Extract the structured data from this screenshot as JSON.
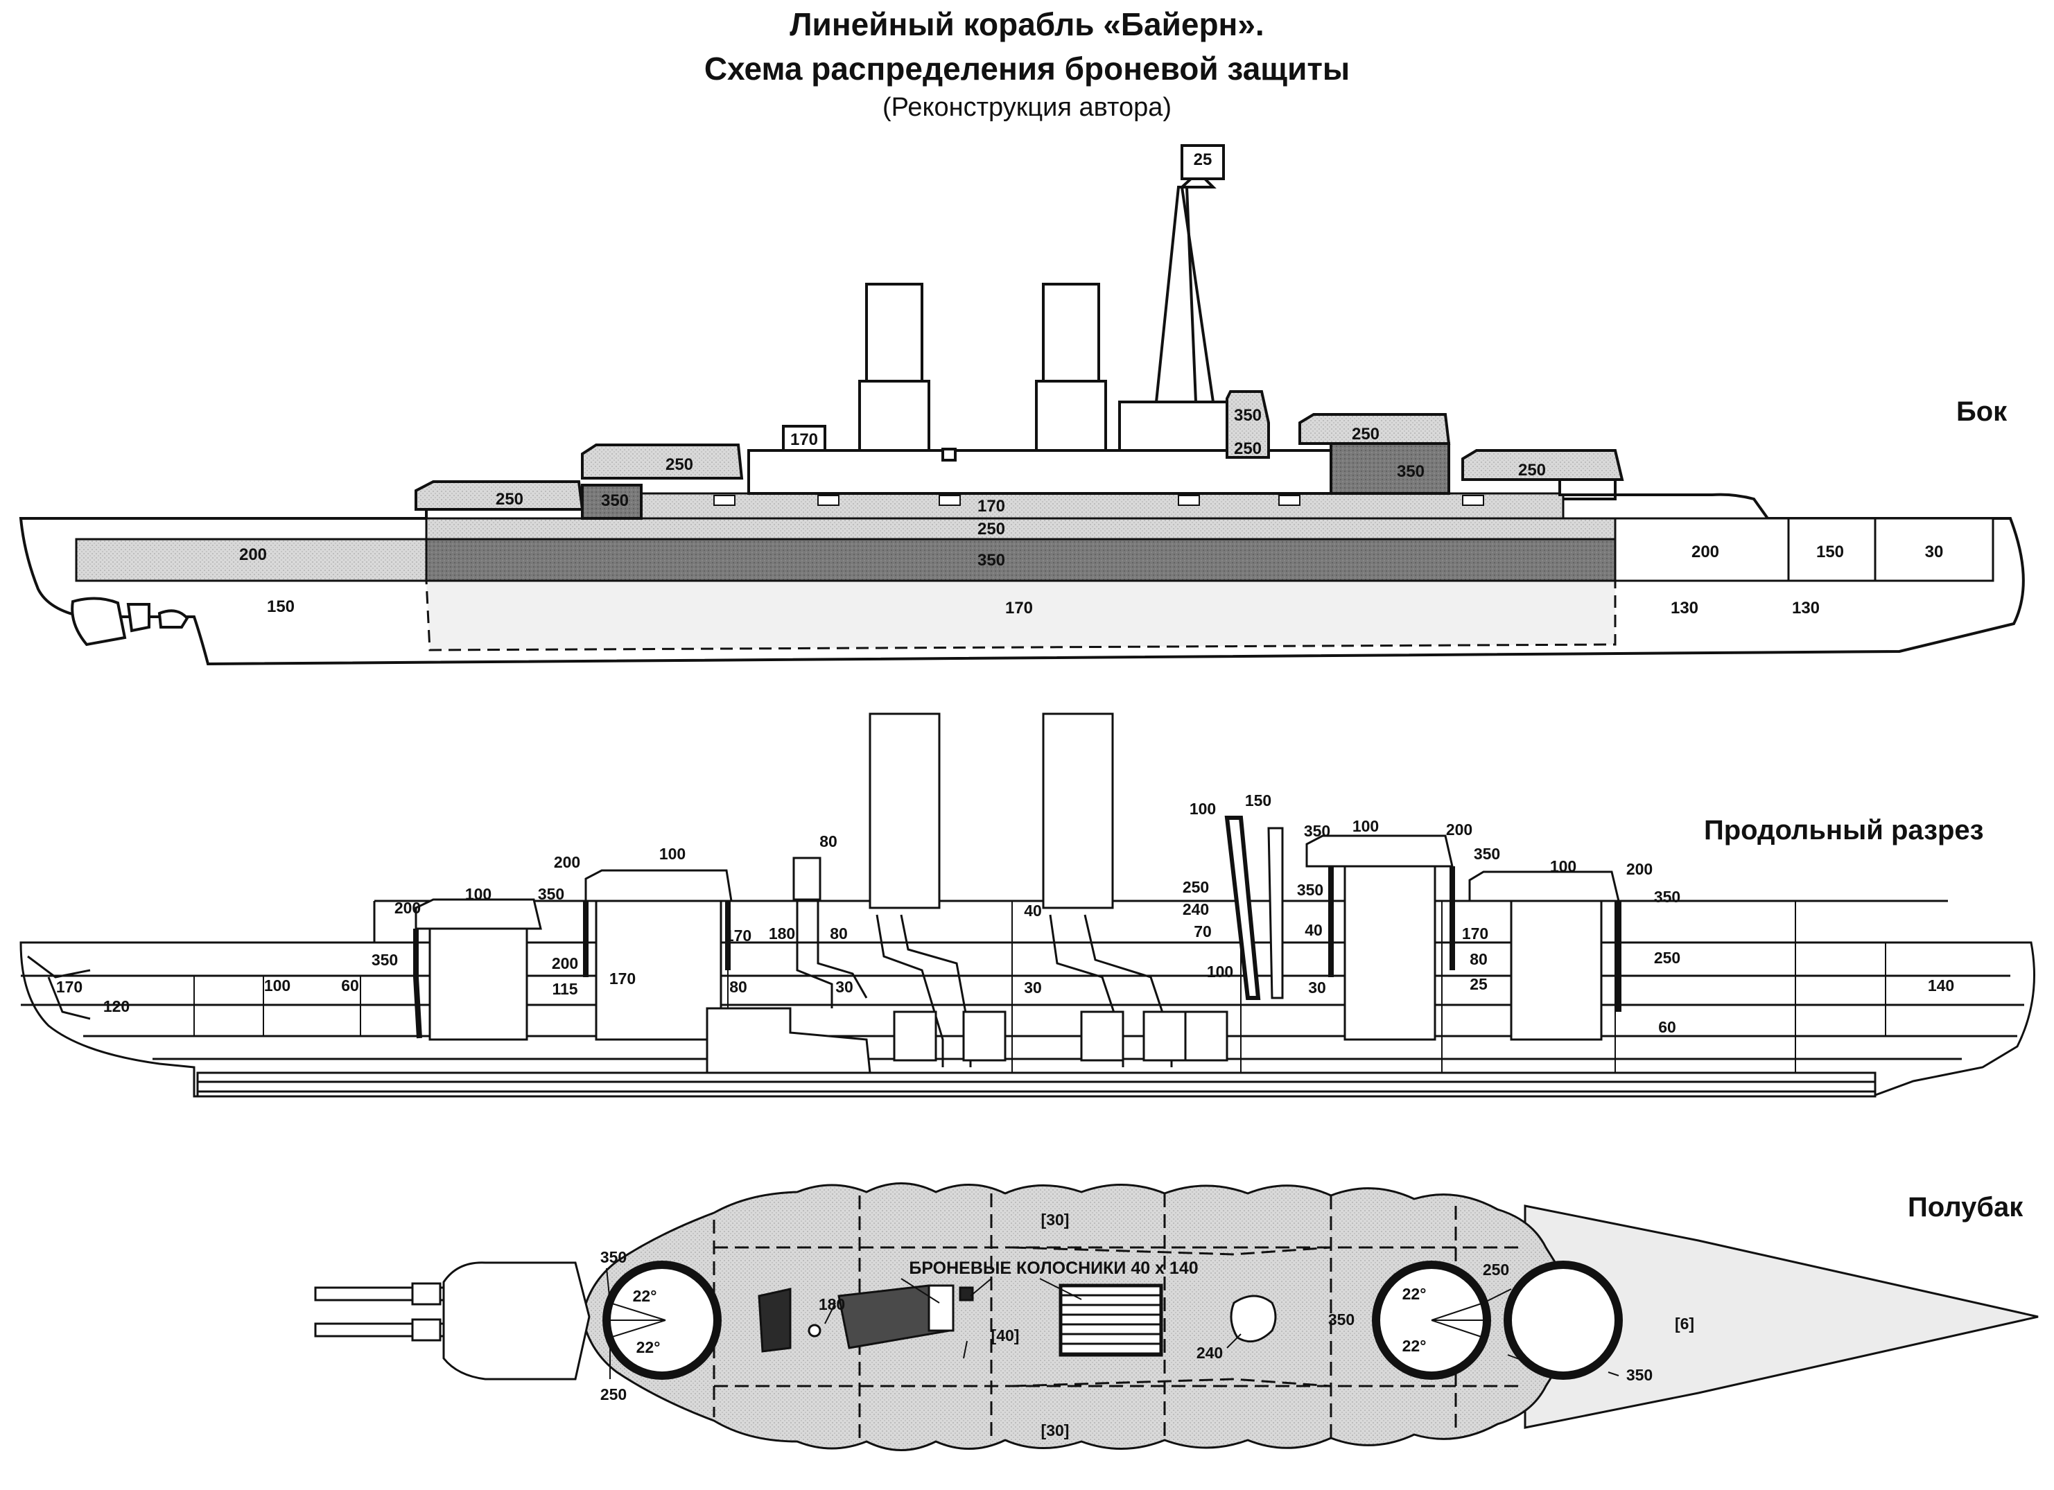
{
  "title": {
    "line1": "Линейный корабль «Байерн».",
    "line2": "Схема распределения броневой защиты",
    "line3": "(Реконструкция автора)"
  },
  "sections": {
    "side": "Бок",
    "longitudinal": "Продольный разрез",
    "forecastle": "Полубак"
  },
  "colors": {
    "light_armor": "#d6d6d6",
    "dark_armor": "#7a7a7a",
    "deck": "#cfcfcf",
    "outline": "#111111"
  },
  "side_view": {
    "tower_top": "25",
    "turret_a_front": "250",
    "turret_a_rear": "250",
    "barbette_a": "350",
    "casemate_small": "170",
    "conning_upper": "350",
    "conning_lower": "250",
    "turret_b_front": "250",
    "barbette_b": "350",
    "turret_b_rear": "250",
    "citadel_upper": "170",
    "belt_upper": "250",
    "belt_main": "350",
    "belt_fore": "200",
    "belt_aft_1": "200",
    "belt_aft_2": "150",
    "belt_aft_3": "30",
    "lower_fore": "150",
    "lower_mid": "170",
    "lower_aft_1": "130",
    "lower_aft_2": "130"
  },
  "section_view": {
    "labels": [
      "170",
      "120",
      "100",
      "60",
      "350",
      "200",
      "115",
      "200",
      "100",
      "350",
      "200",
      "100",
      "170",
      "170",
      "180",
      "80",
      "80",
      "80",
      "30",
      "40",
      "30",
      "100",
      "150",
      "350",
      "250",
      "240",
      "70",
      "40",
      "100",
      "30",
      "100",
      "200",
      "350",
      "350",
      "170",
      "80",
      "25",
      "100",
      "200",
      "350",
      "250",
      "140",
      "60"
    ]
  },
  "forecastle_view": {
    "deck_fore": "[30]",
    "deck_aft": "[30]",
    "deck_center": "[40]",
    "bow": "[6]",
    "gratings": "БРОНЕВЫЕ КОЛОСНИКИ  40 х 140",
    "barbette_a_top": "350",
    "barbette_a_bottom": "250",
    "angle_1": "22°",
    "angle_2": "22°",
    "angle_3": "22°",
    "angle_4": "22°",
    "hatch_180": "180",
    "funnel_240": "240",
    "barbette_c_left": "350",
    "barbette_c_top": "250",
    "barbette_d_bottom": "350"
  }
}
